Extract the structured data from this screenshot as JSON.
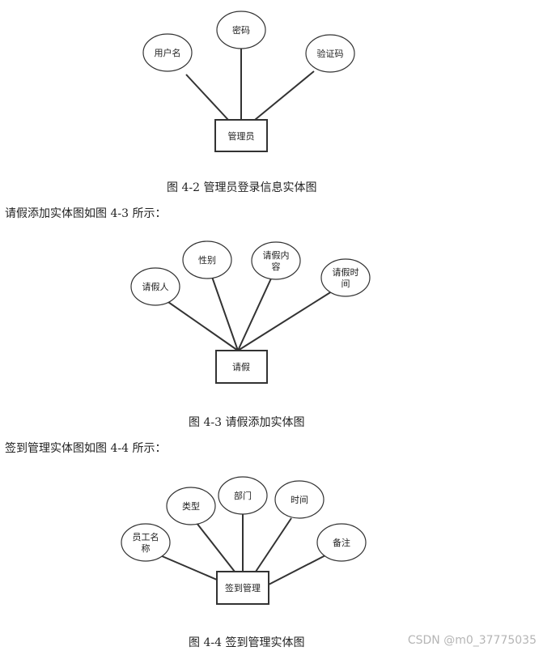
{
  "diagrams": [
    {
      "entity": "管理员",
      "attributes": [
        [
          "用户名"
        ],
        [
          "密码"
        ],
        [
          "验证码"
        ]
      ],
      "caption": "图 4-2 管理员登录信息实体图"
    },
    {
      "intro": "请假添加实体图如图 4-3 所示：",
      "entity": "请假",
      "attributes": [
        [
          "请假人"
        ],
        [
          "性别"
        ],
        [
          "请假内",
          "容"
        ],
        [
          "请假时",
          "间"
        ]
      ],
      "caption": "图 4-3 请假添加实体图"
    },
    {
      "intro": "签到管理实体图如图 4-4 所示：",
      "entity": "签到管理",
      "attributes": [
        [
          "员工名",
          "称"
        ],
        [
          "类型"
        ],
        [
          "部门"
        ],
        [
          "时间"
        ],
        [
          "备注"
        ]
      ],
      "caption": "图 4-4 签到管理实体图"
    }
  ],
  "watermark": "CSDN @m0_37775035"
}
